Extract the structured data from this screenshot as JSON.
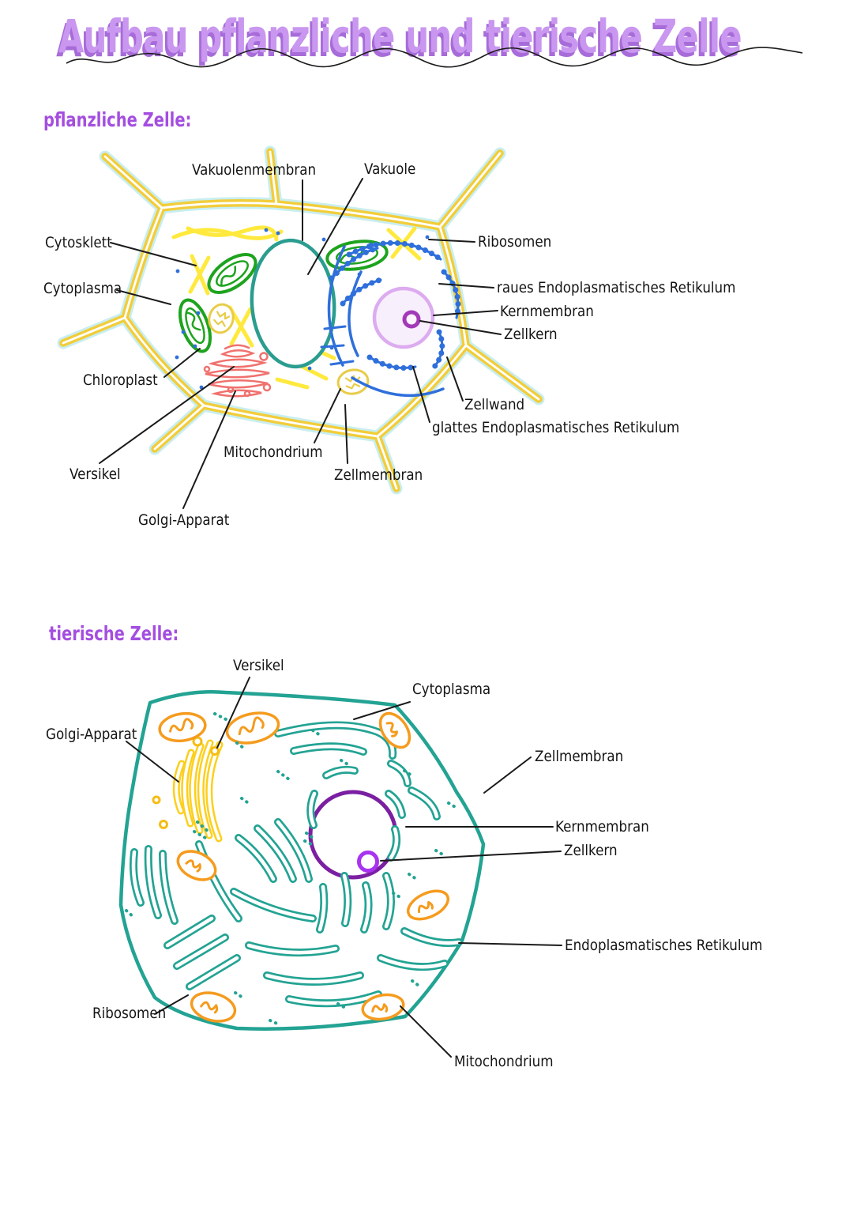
{
  "title": {
    "text": "Aufbau pflanzliche und tierische Zelle"
  },
  "plant": {
    "heading": "pflanzliche Zelle:",
    "labels": {
      "vakuolenmembran": "Vakuolenmembran",
      "vakuole": "Vakuole",
      "cytosklett": "Cytosklett",
      "cytoplasma": "Cytoplasma",
      "ribosomen": "Ribosomen",
      "raues_er": "raues Endoplasmatisches Retikulum",
      "kernmembran": "Kernmembran",
      "zellkern": "Zellkern",
      "chloroplast": "Chloroplast",
      "zellwand": "Zellwand",
      "glattes_er": "glattes Endoplasmatisches Retikulum",
      "mitochondrium": "Mitochondrium",
      "zellmembran": "Zellmembran",
      "versikel": "Versikel",
      "golgi": "Golgi-Apparat"
    }
  },
  "animal": {
    "heading": "tierische Zelle:",
    "labels": {
      "versikel": "Versikel",
      "cytoplasma": "Cytoplasma",
      "golgi": "Golgi-Apparat",
      "zellmembran": "Zellmembran",
      "kernmembran": "Kernmembran",
      "zellkern": "Zellkern",
      "er": "Endoplasmatisches Retikulum",
      "ribosomen": "Ribosomen",
      "mitochondrium": "Mitochondrium"
    }
  },
  "colors": {
    "title_fill": "#c997ef",
    "title_shadow": "#a76cd9",
    "heading_purple": "#a44ee0",
    "label_ink": "#141414",
    "cell_wall_yellow": "#f2cd3a",
    "cell_wall_halo": "#c9eef0",
    "vacuole_teal": "#2a9d8f",
    "chloroplast_green": "#1ea31e",
    "er_blue": "#2f6fdb",
    "golgi_salmon": "#f0716e",
    "plant_mito_yellow": "#e8cc49",
    "cytoskeleton_yellow": "#ffe93d",
    "plant_nucleus_fill": "#f8effc",
    "plant_nucleus_ring": "#dcabf0",
    "plant_nucleolus": "#a23ab8",
    "animal_teal": "#23a393",
    "animal_mito_orange": "#f59b1e",
    "animal_golgi_yellow": "#fccf1c",
    "animal_nucleus_ring": "#7b1fa2",
    "animal_nucleolus": "#a833f0"
  }
}
